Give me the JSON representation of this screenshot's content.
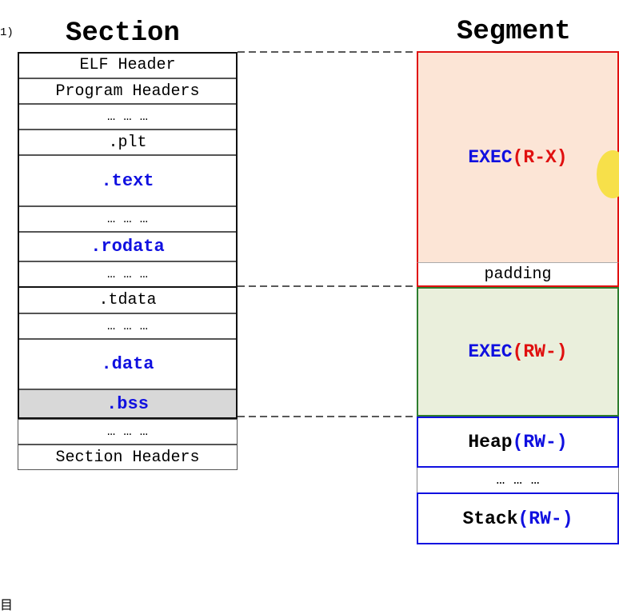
{
  "fragments": {
    "top_left": "1)",
    "bottom_left": "目"
  },
  "titles": {
    "section": "Section",
    "segment": "Segment"
  },
  "sections": [
    {
      "label": "ELF Header"
    },
    {
      "label": "Program Headers"
    },
    {
      "label": "… … …"
    },
    {
      "label": ".plt"
    },
    {
      "label": ".text"
    },
    {
      "label": "… … …"
    },
    {
      "label": ".rodata"
    },
    {
      "label": "… … …"
    },
    {
      "label": ".tdata"
    },
    {
      "label": "… … …"
    },
    {
      "label": ".data"
    },
    {
      "label": ".bss"
    },
    {
      "label": "… … …"
    },
    {
      "label": "Section Headers"
    }
  ],
  "segments": {
    "exec_rx": {
      "name": "EXEC",
      "perm": "(R-X)"
    },
    "padding": "padding",
    "exec_rw": {
      "name": "EXEC",
      "perm": "(RW-)"
    },
    "heap": {
      "name": "Heap",
      "perm": "(RW-)"
    },
    "gap": "… … …",
    "stack": {
      "name": "Stack",
      "perm": "(RW-)"
    }
  },
  "colors": {
    "keyword_blue": "#1010e0",
    "perm_red": "#e01010",
    "exec_rx_fill": "#fce5d6",
    "exec_rw_fill": "#eaefdc",
    "bss_fill": "#d8d8d8",
    "exec_rx_border": "#e01010",
    "exec_rw_border": "#2e7d2e",
    "heap_stack_border": "#1010e0"
  }
}
